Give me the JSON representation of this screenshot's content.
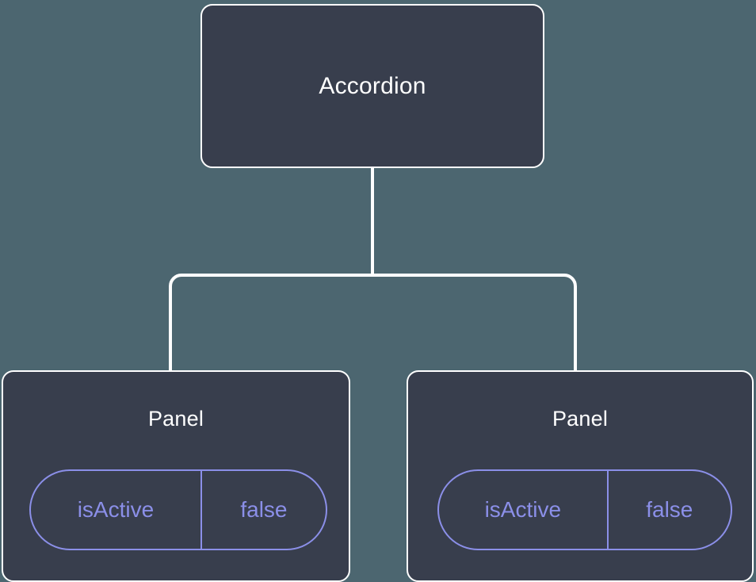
{
  "diagram": {
    "type": "component-tree",
    "background_color": "#4c6670",
    "node_fill_color": "#383e4d",
    "node_border_color": "#ffffff",
    "edge_color": "#ffffff",
    "prop_accent_color": "#8b8fe8",
    "root": {
      "label": "Accordion"
    },
    "children": [
      {
        "label": "Panel",
        "props": [
          {
            "key": "isActive",
            "value": "false"
          }
        ]
      },
      {
        "label": "Panel",
        "props": [
          {
            "key": "isActive",
            "value": "false"
          }
        ]
      }
    ]
  }
}
